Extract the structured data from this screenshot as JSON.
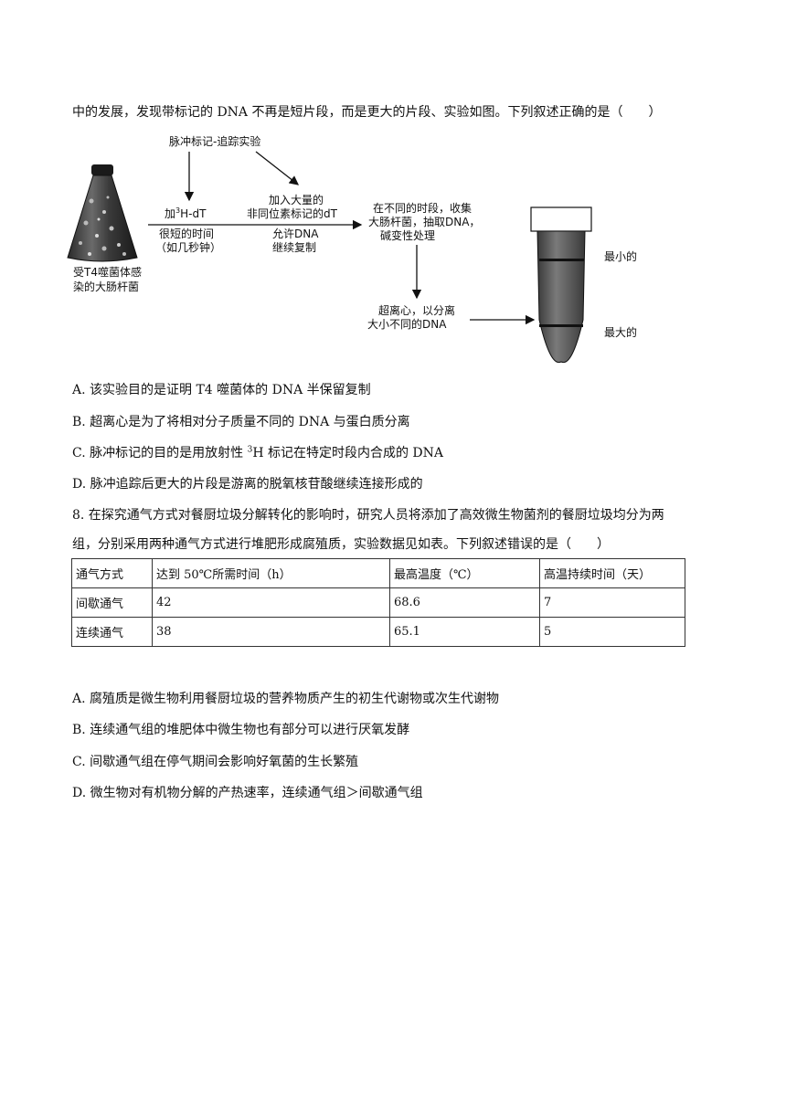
{
  "q7": {
    "intro": "中的发展，发现带标记的 DNA 不再是短片段，而是更大的片段、实验如图。下列叙述正确的是（　　）",
    "diagram": {
      "top_label": "脉冲标记-追踪实验",
      "flask_label_1": "受T4噬菌体感",
      "flask_label_2": "染的大肠杆菌",
      "step1_pre": "加",
      "step1_sup": "3",
      "step1_post": "H-dT",
      "step1_b": "很短的时间",
      "step1_c": "（如几秒钟）",
      "step2_a": "加入大量的",
      "step2_b": "非同位素标记的dT",
      "step2_c": "允许DNA",
      "step2_d": "继续复制",
      "step3_a": "在不同的时段，收集",
      "step3_b": "大肠杆菌，抽取DNA，",
      "step3_c": "碱变性处理",
      "step4_a": "超离心，以分离",
      "step4_b": "大小不同的DNA",
      "tube_top": "最小的",
      "tube_bottom": "最大的"
    },
    "options": {
      "a": "A. 该实验目的是证明 T4 噬菌体的 DNA 半保留复制",
      "b": "B. 超离心是为了将相对分子质量不同的 DNA 与蛋白质分离",
      "c_pre": "C. 脉冲标记的目的是用放射性 ",
      "c_sup": "3",
      "c_post": "H 标记在特定时段内合成的 DNA",
      "d": "D. 脉冲追踪后更大的片段是游离的脱氧核苷酸继续连接形成的"
    }
  },
  "q8": {
    "stem_1": "8. 在探究通气方式对餐厨垃圾分解转化的影响时，研究人员将添加了高效微生物菌剂的餐厨垃圾均分为两",
    "stem_2": "组，分别采用两种通气方式进行堆肥形成腐殖质，实验数据见如表。下列叙述错误的是（　　）",
    "table": {
      "headers": [
        "通气方式",
        "达到 50℃所需时间（h）",
        "最高温度（℃）",
        "高温持续时间（天）"
      ],
      "rows": [
        [
          "间歇通气",
          "42",
          "68.6",
          "7"
        ],
        [
          "连续通气",
          "38",
          "65.1",
          "5"
        ]
      ]
    },
    "options": {
      "a": "A. 腐殖质是微生物利用餐厨垃圾的营养物质产生的初生代谢物或次生代谢物",
      "b": "B. 连续通气组的堆肥体中微生物也有部分可以进行厌氧发酵",
      "c": "C. 间歇通气组在停气期间会影响好氧菌的生长繁殖",
      "d": "D. 微生物对有机物分解的产热速率，连续通气组＞间歇通气组"
    }
  }
}
